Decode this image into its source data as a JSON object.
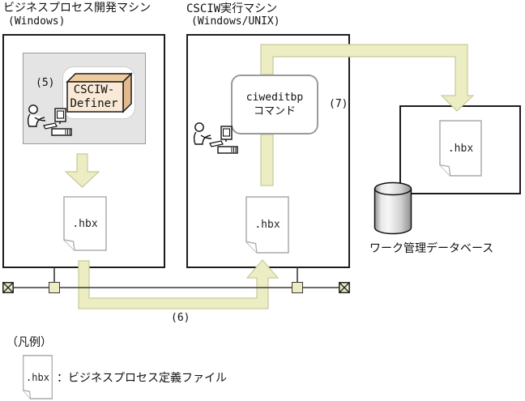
{
  "dev_machine": {
    "title": "ビジネスプロセス開発マシン",
    "os": "(Windows)",
    "step_label": "(5)",
    "definer": {
      "line1": "CSCIW-",
      "line2": "Definer"
    },
    "file": ".hbx"
  },
  "exec_machine": {
    "title": "CSCIW実行マシン",
    "os": "(Windows/UNIX)",
    "command": {
      "line1": "ciweditbp",
      "line2": "コマンド"
    },
    "step_label": "(7)",
    "file": ".hbx"
  },
  "transfer": {
    "step_label": "(6)"
  },
  "database": {
    "label": "ワーク管理データベース",
    "file": ".hbx"
  },
  "legend": {
    "title": "（凡例）",
    "file": ".hbx",
    "separator": "：",
    "description": "ビジネスプロセス定義ファイル"
  },
  "icons": {
    "user": "user-at-computer-icon",
    "document": "document-icon",
    "database": "database-cylinder-icon",
    "flow_arrow": "flow-arrow-icon",
    "network_terminator": "network-terminator-icon",
    "network_node": "network-node-icon",
    "package": "software-package-3d-icon"
  },
  "colors": {
    "arrow_fill": "#EDEDC3",
    "arrow_border": "#C9C99A",
    "box_front": "#F9E9D6",
    "box_top": "#EDCB9F",
    "box_side": "#E2BA8E",
    "panel_gray": "#E4E4E4",
    "doc_border": "#B0B0B0",
    "cylinder_light": "#F7F7F7",
    "cylinder_dark": "#8F8F8F"
  }
}
